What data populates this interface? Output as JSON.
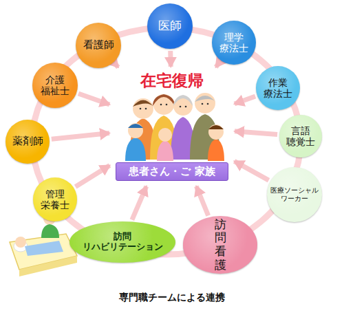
{
  "diagram": {
    "caption": "専門職チームによる連携",
    "nodes": [
      {
        "text": [
          "医師"
        ]
      },
      {
        "text": [
          "理学 療法士"
        ]
      },
      {
        "text": [
          "作業 療法士"
        ]
      },
      {
        "text": [
          "言語 聴覚士"
        ]
      },
      {
        "text": [
          "医療ソーシャル ワーカー"
        ]
      },
      {
        "text": [
          "訪 問 看 護"
        ]
      },
      {
        "text": [
          "訪問 リハビリテーション"
        ]
      },
      {
        "text": [
          "管理 栄養士"
        ]
      },
      {
        "text": [
          "薬剤師"
        ]
      },
      {
        "text": [
          "介護 福祉士"
        ]
      },
      {
        "text": [
          "看護師"
        ]
      },
      {
        "text": [
          "在宅復帰"
        ]
      },
      {
        "text": [
          "患者さん・ご 家族"
        ],
        "in": 11
      }
    ],
    "edges": [
      {
        "from": 0,
        "to": 11,
        "arrow": "to"
      },
      {
        "from": 1,
        "to": 11,
        "arrow": "to"
      },
      {
        "from": 2,
        "to": 11,
        "arrow": "to"
      },
      {
        "from": 3,
        "to": 11,
        "arrow": "to"
      },
      {
        "from": 4,
        "to": 11,
        "arrow": "to"
      },
      {
        "from": 5,
        "to": 11,
        "arrow": "to"
      },
      {
        "from": 6,
        "to": 11,
        "arrow": "to"
      },
      {
        "from": 7,
        "to": 11,
        "arrow": "to"
      },
      {
        "from": 8,
        "to": 11,
        "arrow": "to"
      },
      {
        "from": 9,
        "to": 11,
        "arrow": "to"
      },
      {
        "from": 10,
        "to": 11,
        "arrow": "to"
      }
    ]
  }
}
